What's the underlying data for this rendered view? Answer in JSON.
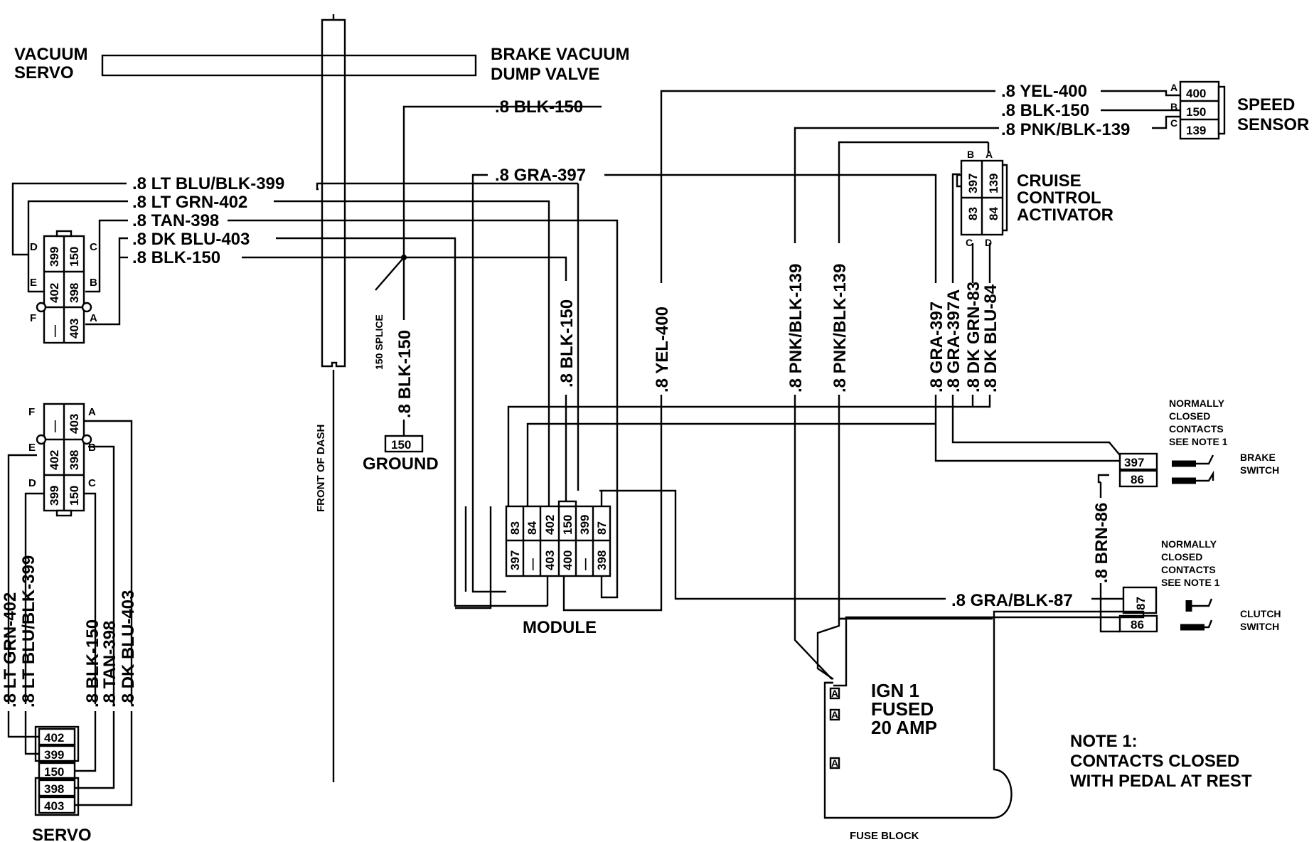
{
  "labels": {
    "vacuum_servo": [
      "VACUUM",
      "SERVO"
    ],
    "brake_vacuum_dump_valve": [
      "BRAKE VACUUM",
      "DUMP VALVE"
    ],
    "speed_sensor": [
      "SPEED",
      "SENSOR"
    ],
    "cruise_control_activator": [
      "CRUISE",
      "CONTROL",
      "ACTIVATOR"
    ],
    "front_of_dash": "FRONT OF DASH",
    "splice": "150 SPLICE",
    "ground": "GROUND",
    "module": "MODULE",
    "servo": "SERVO",
    "fuse_block": "FUSE BLOCK",
    "ign_fuse": [
      "IGN 1",
      "FUSED",
      "20 AMP"
    ],
    "brake_switch": [
      "BRAKE",
      "SWITCH"
    ],
    "clutch_switch": [
      "CLUTCH",
      "SWITCH"
    ],
    "normally_closed": [
      "NORMALLY",
      "CLOSED",
      "CONTACTS",
      "SEE NOTE 1"
    ],
    "note": [
      "NOTE 1:",
      "CONTACTS CLOSED",
      "WITH PEDAL AT REST"
    ]
  },
  "wires": {
    "blk150_top": ".8  BLK-150",
    "yel400": ".8  YEL-400",
    "blk150_speed": ".8  BLK-150",
    "pnkblk139": ".8  PNK/BLK-139",
    "gra397": ".8  GRA-397",
    "ltblublk399": ".8  LT  BLU/BLK-399",
    "ltgrn402": ".8  LT  GRN-402",
    "tan398": ".8  TAN-398",
    "dkblu403": ".8  DK  BLU-403",
    "blk150_servo": ".8  BLK-150",
    "v_blk150_ground": ".8  BLK-150",
    "v_blk150_module": ".8  BLK-150",
    "v_yel400": ".8  YEL-400",
    "v_pnkblk139_a": ".8  PNK/BLK-139",
    "v_pnkblk139_b": ".8  PNK/BLK-139",
    "v_gra397": ".8  GRA-397",
    "v_gra397a": ".8  GRA-397A",
    "v_dkgrn83": ".8  DK  GRN-83",
    "v_dkblu84": ".8  DK  BLU-84",
    "v_brn86": ".8  BRN-86",
    "grablk87": ".8  GRA/BLK-87",
    "v_ltgrn402": ".8  LT  GRN-402",
    "v_ltblublk399": ".8  LT  BLU/BLK-399",
    "v_blk150": ".8  BLK-150",
    "v_tan398": ".8  TAN-398",
    "v_dkblu403": ".8  DK  BLU-403"
  },
  "speed_sensor_pins": [
    {
      "letter": "A",
      "num": "400"
    },
    {
      "letter": "B",
      "num": "150"
    },
    {
      "letter": "C",
      "num": "139"
    }
  ],
  "activator_pins": {
    "letters_top": [
      "B",
      "A"
    ],
    "top": [
      "397",
      "139"
    ],
    "bottom": [
      "83",
      "84"
    ],
    "letters_bottom": [
      "C",
      "D"
    ]
  },
  "servo_conn1": {
    "rows": [
      [
        "399",
        "150"
      ],
      [
        "402",
        "398"
      ],
      [
        "—",
        "403"
      ]
    ],
    "letters_left": [
      "D",
      "E",
      "F"
    ],
    "letters_right": [
      "C",
      "B",
      "A"
    ]
  },
  "servo_conn2": {
    "rows": [
      [
        "—",
        "403"
      ],
      [
        "402",
        "398"
      ],
      [
        "399",
        "150"
      ]
    ],
    "letters_left": [
      "F",
      "E",
      "D"
    ],
    "letters_right": [
      "A",
      "B",
      "C"
    ]
  },
  "module_pins": {
    "top": [
      "83",
      "84",
      "402",
      "150",
      "399",
      "87"
    ],
    "bottom": [
      "397",
      "—",
      "403",
      "400",
      "—",
      "398"
    ]
  },
  "servo_stack": [
    "402",
    "399",
    "150",
    "398",
    "403"
  ],
  "ground_pin": "150",
  "brake_switch_pins": [
    "397",
    "86"
  ],
  "clutch_switch_pins": [
    "87",
    "86"
  ],
  "fuse_terminals": [
    "A",
    "A",
    "A"
  ]
}
